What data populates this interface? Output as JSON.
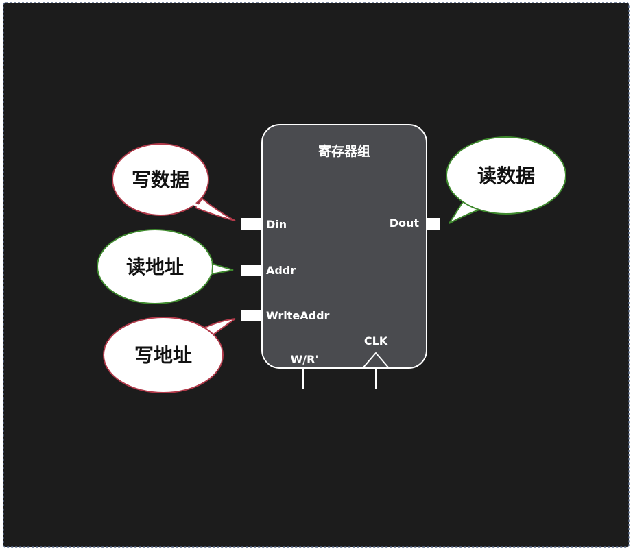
{
  "block": {
    "title": "寄存器组"
  },
  "ports": {
    "din": "Din",
    "addr": "Addr",
    "write_addr": "WriteAddr",
    "dout": "Dout",
    "wr": "W/R'",
    "clk": "CLK"
  },
  "callouts": {
    "write_data": "写数据",
    "read_addr": "读地址",
    "write_addr": "写地址",
    "read_data": "读数据"
  },
  "colors": {
    "background": "#1c1c1c",
    "block_fill": "#4a4b4f",
    "block_stroke": "#ffffff",
    "write_bubble_border": "#b23a4a",
    "read_bubble_border": "#3f8a2e",
    "bubble_fill": "#ffffff"
  }
}
